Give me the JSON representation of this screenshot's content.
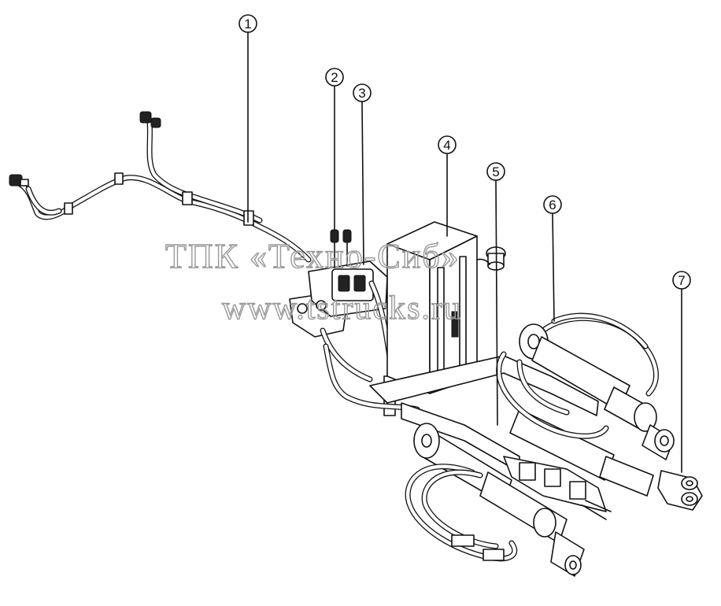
{
  "callouts": [
    {
      "number": "1",
      "part": "hose-harness"
    },
    {
      "number": "2",
      "part": "connector-couplings"
    },
    {
      "number": "3",
      "part": "hose-line"
    },
    {
      "number": "4",
      "part": "tank"
    },
    {
      "number": "5",
      "part": "filler-cap"
    },
    {
      "number": "6",
      "part": "hydraulic-cylinder-rear"
    },
    {
      "number": "7",
      "part": "cylinder-clevis"
    }
  ],
  "watermark": {
    "line1": "ТПК «Техно-Сиб»",
    "line2": "www.tstrucks.ru"
  },
  "colors": {
    "line": "#111111",
    "background": "#ffffff",
    "watermark": "#9a9a9a"
  }
}
